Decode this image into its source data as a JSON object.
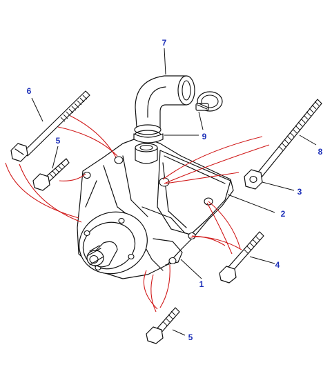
{
  "colors": {
    "linework": "#111111",
    "callout_number": "#1c2fb8",
    "fastener_path": "#d01818"
  },
  "parts": [
    {
      "id": "1",
      "label": "1"
    },
    {
      "id": "2",
      "label": "2"
    },
    {
      "id": "3",
      "label": "3"
    },
    {
      "id": "4",
      "label": "4"
    },
    {
      "id": "5a",
      "label": "5"
    },
    {
      "id": "5b",
      "label": "5"
    },
    {
      "id": "6",
      "label": "6"
    },
    {
      "id": "7",
      "label": "7"
    },
    {
      "id": "8",
      "label": "8"
    },
    {
      "id": "9",
      "label": "9"
    }
  ]
}
